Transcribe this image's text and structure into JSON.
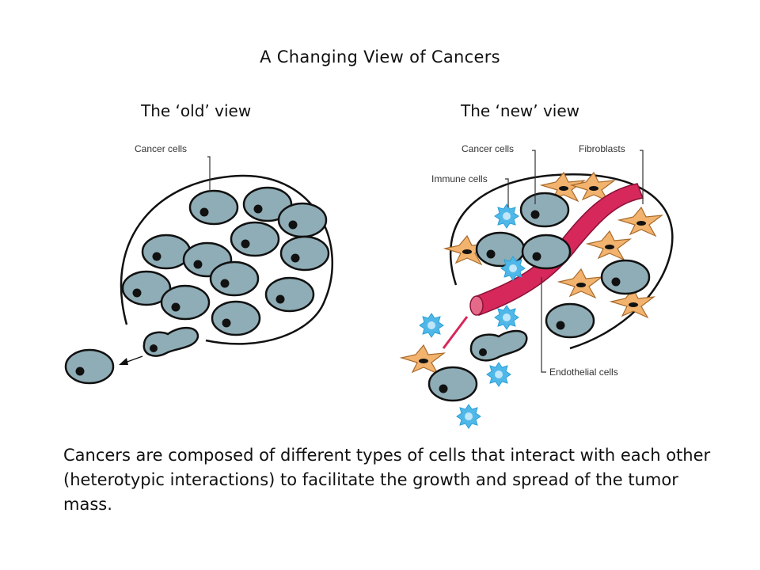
{
  "title": "A Changing View of Cancers",
  "old_view": {
    "heading": "The ‘old’ view",
    "labels": {
      "cancer_cells": "Cancer cells"
    }
  },
  "new_view": {
    "heading": "The ‘new’ view",
    "labels": {
      "cancer_cells": "Cancer cells",
      "fibroblasts": "Fibroblasts",
      "immune_cells": "Immune cells",
      "endothelial_cells": "Endothelial cells"
    }
  },
  "caption": "Cancers are composed of different types of cells that interact with each other (heterotypic interactions) to facilitate the growth and spread of the tumor mass.",
  "colors": {
    "cancer_cell": "#8fadb6",
    "immune_cell": "#4fb8e8",
    "fibroblast": "#f2b36f",
    "blood_vessel": "#d6285a",
    "outline": "#111111"
  }
}
